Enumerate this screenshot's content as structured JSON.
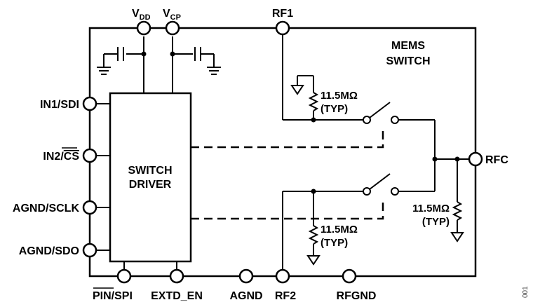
{
  "supply_pins": {
    "vdd": {
      "main": "V",
      "sub": "DD"
    },
    "vcp": {
      "main": "V",
      "sub": "CP"
    }
  },
  "top_pins": {
    "rf1": "RF1"
  },
  "block_title": {
    "line1": "MEMS",
    "line2": "SWITCH"
  },
  "driver": {
    "line1": "SWITCH",
    "line2": "DRIVER"
  },
  "left_pins": {
    "in1": "IN1/SDI",
    "in2_prefix": "IN2/",
    "in2_overline": "CS",
    "agnd_sclk": "AGND/SCLK",
    "agnd_sdo": "AGND/SDO"
  },
  "right_pins": {
    "rfc": "RFC"
  },
  "bottom_pins": {
    "pin_overline": "PIN",
    "pin_suffix": "/SPI",
    "extd_en": "EXTD_EN",
    "agnd": "AGND",
    "rf2": "RF2",
    "rfgnd": "RFGND"
  },
  "resistors": {
    "value": "11.5MΩ",
    "typ": "(TYP)"
  },
  "figure_number": "001"
}
